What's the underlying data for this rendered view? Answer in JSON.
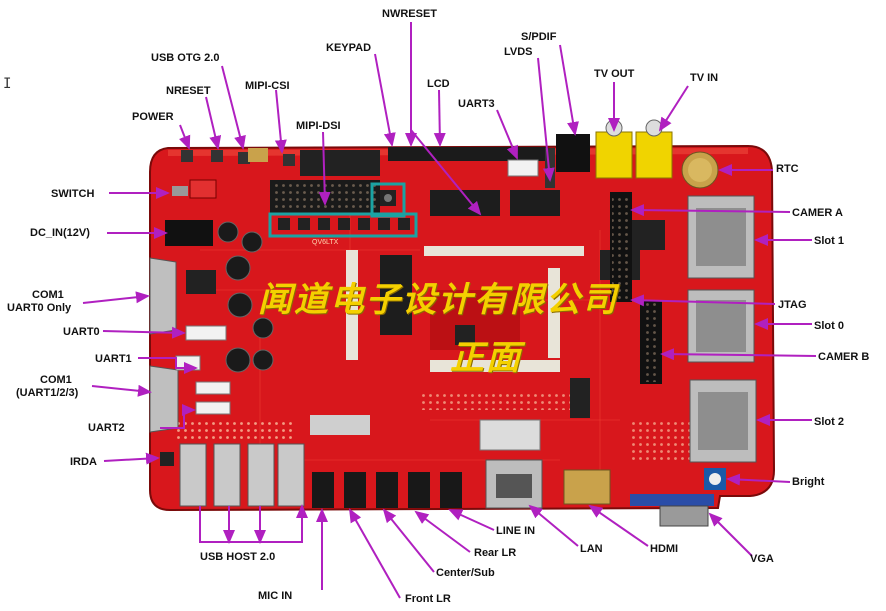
{
  "board": {
    "silkscreen": "QV6LTX",
    "watermark_line1": "闻道电子设计有限公司",
    "watermark_line2": "正面"
  },
  "labels": {
    "usb_otg": "USB  OTG 2.0",
    "nreset": "NRESET",
    "power": "POWER",
    "mipi_csi": "MIPI-CSI",
    "keypad": "KEYPAD",
    "nwreset": "NWRESET",
    "spdif": "S/PDIF",
    "lvds": "LVDS",
    "lcd": "LCD",
    "uart3": "UART3",
    "tv_out": "TV OUT",
    "tv_in": "TV IN",
    "mipi_dsi": "MIPI-DSI",
    "switch": "SWITCH",
    "dc_in": "DC_IN(12V)",
    "com1_a": "COM1",
    "uart0_only": "UART0 Only",
    "uart0": "UART0",
    "uart1": "UART1",
    "com1_b": "COM1",
    "uart123": "(UART1/2/3)",
    "uart2": "UART2",
    "irda": "IRDA",
    "usb_host": "USB HOST 2.0",
    "mic_in": "MIC IN",
    "front_lr": "Front LR",
    "center_sub": "Center/Sub",
    "rear_lr": "Rear LR",
    "line_in": "LINE IN",
    "lan": "LAN",
    "hdmi": "HDMI",
    "vga": "VGA",
    "rtc": "RTC",
    "camer_a": "CAMER A",
    "slot1": "Slot 1",
    "jtag": "JTAG",
    "slot0": "Slot 0",
    "camer_b": "CAMER B",
    "slot2": "Slot 2",
    "bright": "Bright"
  },
  "colors": {
    "arrow": "#b020c0",
    "pcb": "#d8171c",
    "highlight": "#1aa3a3",
    "watermark": "#f4d000"
  },
  "icons": {
    "cursor": "text-cursor-icon"
  }
}
